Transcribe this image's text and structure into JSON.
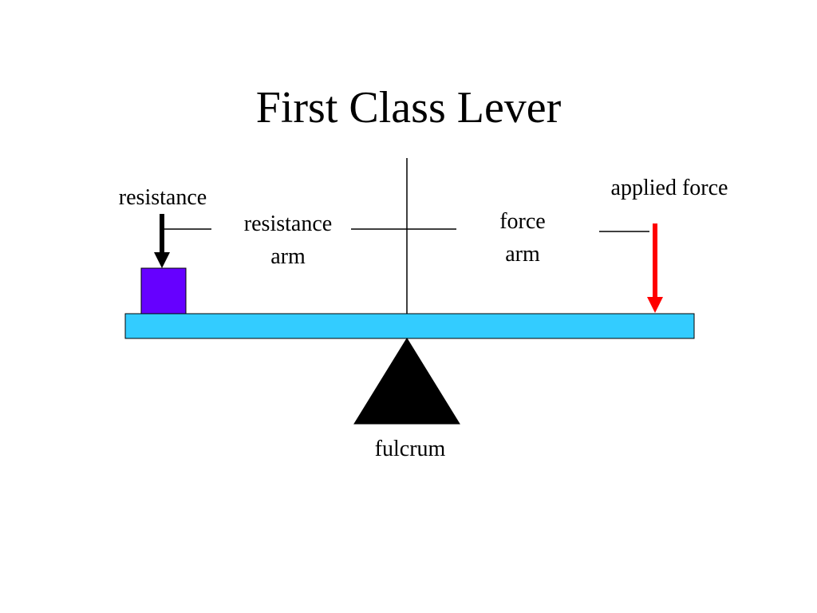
{
  "slide": {
    "title": "First Class Lever"
  },
  "labels": {
    "resistance": "resistance",
    "resistance_arm_line1": "resistance",
    "resistance_arm_line2": "arm",
    "force_arm_line1": "force",
    "force_arm_line2": "arm",
    "applied_force": "applied force",
    "fulcrum": "fulcrum"
  },
  "colors": {
    "lever_bar": "#33ccff",
    "resistance_box": "#6600ff",
    "resistance_arrow": "#000000",
    "applied_force_arrow": "#ff0000",
    "fulcrum": "#000000",
    "lines": "#000000"
  }
}
